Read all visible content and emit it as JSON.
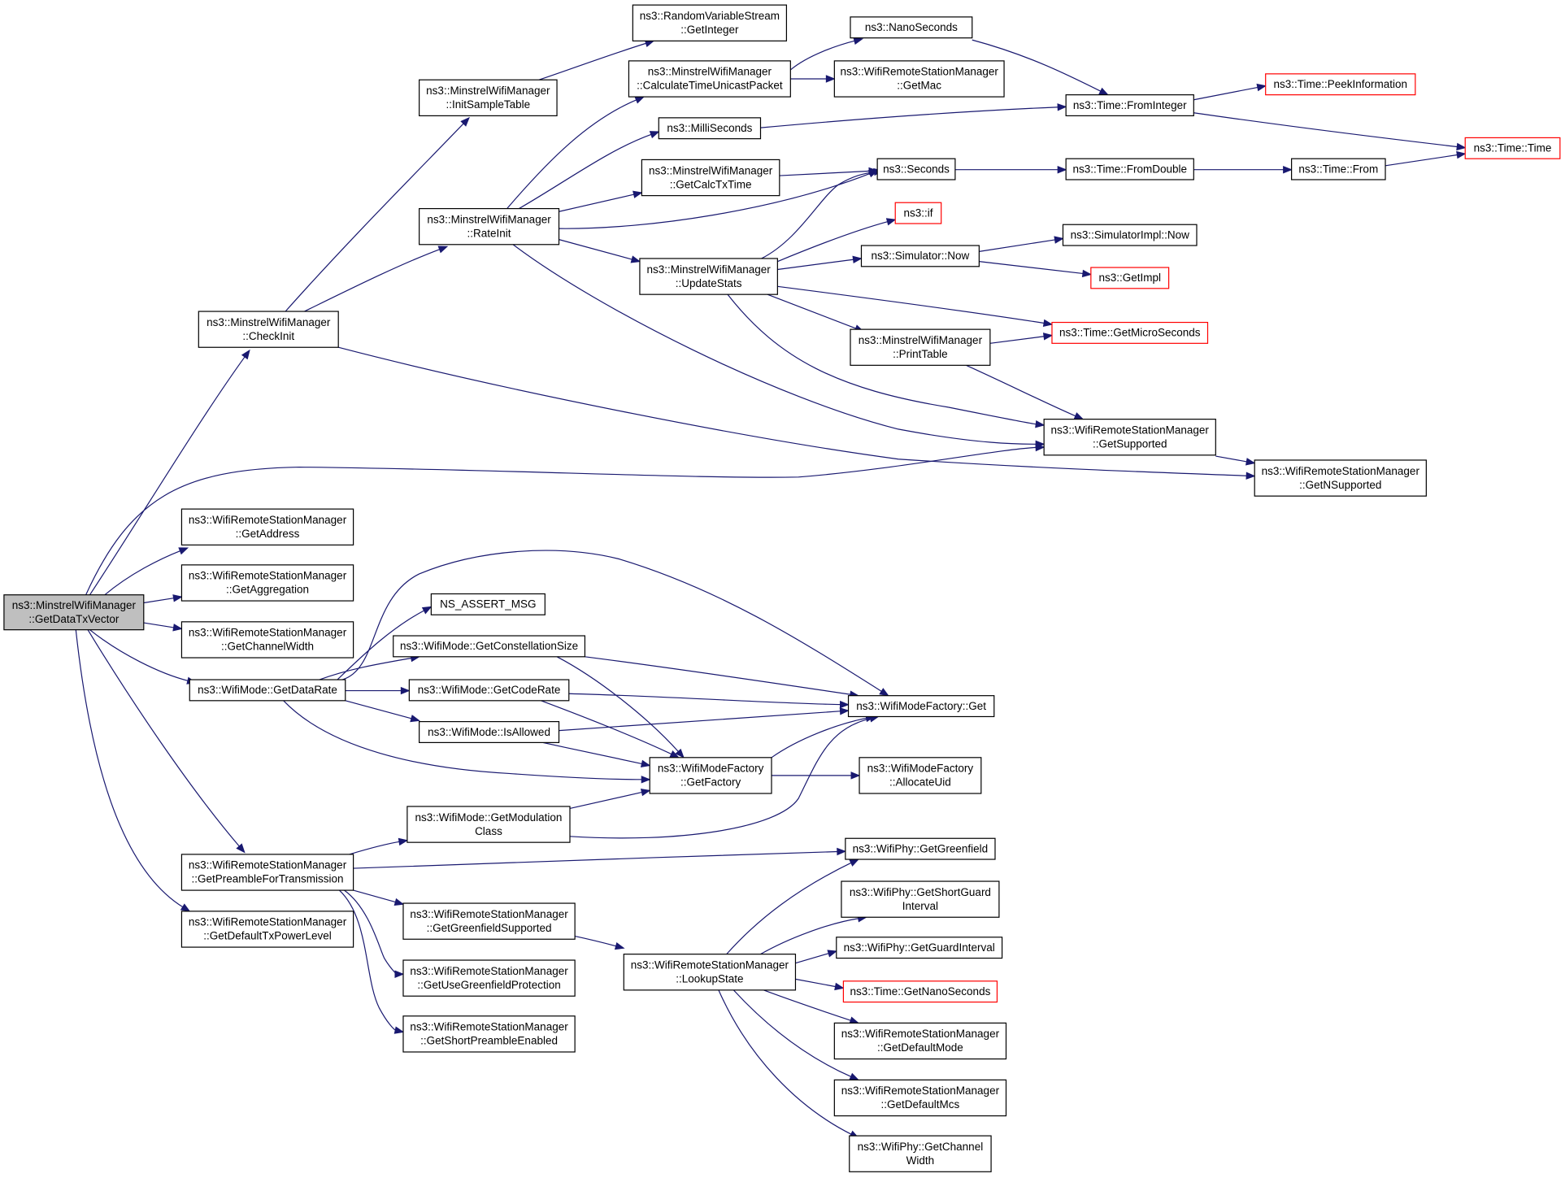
{
  "nodes": {
    "n0": [
      "ns3::MinstrelWifiManager",
      "::GetDataTxVector"
    ],
    "n1": [
      "ns3::MinstrelWifiManager",
      "::CheckInit"
    ],
    "n2": [
      "ns3::WifiRemoteStationManager",
      "::GetAddress"
    ],
    "n3": [
      "ns3::WifiRemoteStationManager",
      "::GetAggregation"
    ],
    "n4": [
      "ns3::WifiRemoteStationManager",
      "::GetChannelWidth"
    ],
    "n5": [
      "ns3::WifiMode::GetDataRate"
    ],
    "n6": [
      "ns3::WifiRemoteStationManager",
      "::GetPreambleForTransmission"
    ],
    "n7": [
      "ns3::WifiRemoteStationManager",
      "::GetDefaultTxPowerLevel"
    ],
    "n8": [
      "ns3::MinstrelWifiManager",
      "::InitSampleTable"
    ],
    "n9": [
      "ns3::MinstrelWifiManager",
      "::RateInit"
    ],
    "n10": [
      "ns3::RandomVariableStream",
      "::GetInteger"
    ],
    "n11": [
      "ns3::MinstrelWifiManager",
      "::CalculateTimeUnicastPacket"
    ],
    "n12": [
      "ns3::MilliSeconds"
    ],
    "n13": [
      "ns3::MinstrelWifiManager",
      "::GetCalcTxTime"
    ],
    "n14": [
      "ns3::MinstrelWifiManager",
      "::UpdateStats"
    ],
    "n15": [
      "ns3::NanoSeconds"
    ],
    "n16": [
      "ns3::WifiRemoteStationManager",
      "::GetMac"
    ],
    "n17": [
      "ns3::Seconds"
    ],
    "n18": [
      "ns3::if"
    ],
    "n19": [
      "ns3::Simulator::Now"
    ],
    "n20": [
      "ns3::MinstrelWifiManager",
      "::PrintTable"
    ],
    "n21": [
      "ns3::Time::FromInteger"
    ],
    "n22": [
      "ns3::Time::FromDouble"
    ],
    "n23": [
      "ns3::SimulatorImpl::Now"
    ],
    "n24": [
      "ns3::GetImpl"
    ],
    "n25": [
      "ns3::Time::GetMicroSeconds"
    ],
    "n26": [
      "ns3::WifiRemoteStationManager",
      "::GetSupported"
    ],
    "n27": [
      "ns3::WifiRemoteStationManager",
      "::GetNSupported"
    ],
    "n28": [
      "ns3::Time::PeekInformation"
    ],
    "n29": [
      "ns3::Time::From"
    ],
    "n30": [
      "ns3::Time::Time"
    ],
    "n31": [
      "NS_ASSERT_MSG"
    ],
    "n32": [
      "ns3::WifiMode::GetConstellationSize"
    ],
    "n33": [
      "ns3::WifiMode::GetCodeRate"
    ],
    "n34": [
      "ns3::WifiMode::IsAllowed"
    ],
    "n35": [
      "ns3::WifiModeFactory",
      "::GetFactory"
    ],
    "n36": [
      "ns3::WifiModeFactory::Get"
    ],
    "n37": [
      "ns3::WifiModeFactory",
      "::AllocateUid"
    ],
    "n38": [
      "ns3::WifiMode::GetModulation",
      "Class"
    ],
    "n39": [
      "ns3::WifiPhy::GetGreenfield"
    ],
    "n40": [
      "ns3::WifiRemoteStationManager",
      "::GetGreenfieldSupported"
    ],
    "n41": [
      "ns3::WifiRemoteStationManager",
      "::GetUseGreenfieldProtection"
    ],
    "n42": [
      "ns3::WifiRemoteStationManager",
      "::GetShortPreambleEnabled"
    ],
    "n43": [
      "ns3::WifiRemoteStationManager",
      "::LookupState"
    ],
    "n44": [
      "ns3::WifiPhy::GetShortGuard",
      "Interval"
    ],
    "n45": [
      "ns3::WifiPhy::GetGuardInterval"
    ],
    "n46": [
      "ns3::Time::GetNanoSeconds"
    ],
    "n47": [
      "ns3::WifiRemoteStationManager",
      "::GetDefaultMode"
    ],
    "n48": [
      "ns3::WifiRemoteStationManager",
      "::GetDefaultMcs"
    ],
    "n49": [
      "ns3::WifiPhy::GetChannel",
      "Width"
    ]
  },
  "colors": {
    "edge": "#191970",
    "root_fill": "#bfbfbf",
    "external_border": "#ff0000",
    "border": "#000000",
    "background": "#ffffff"
  }
}
